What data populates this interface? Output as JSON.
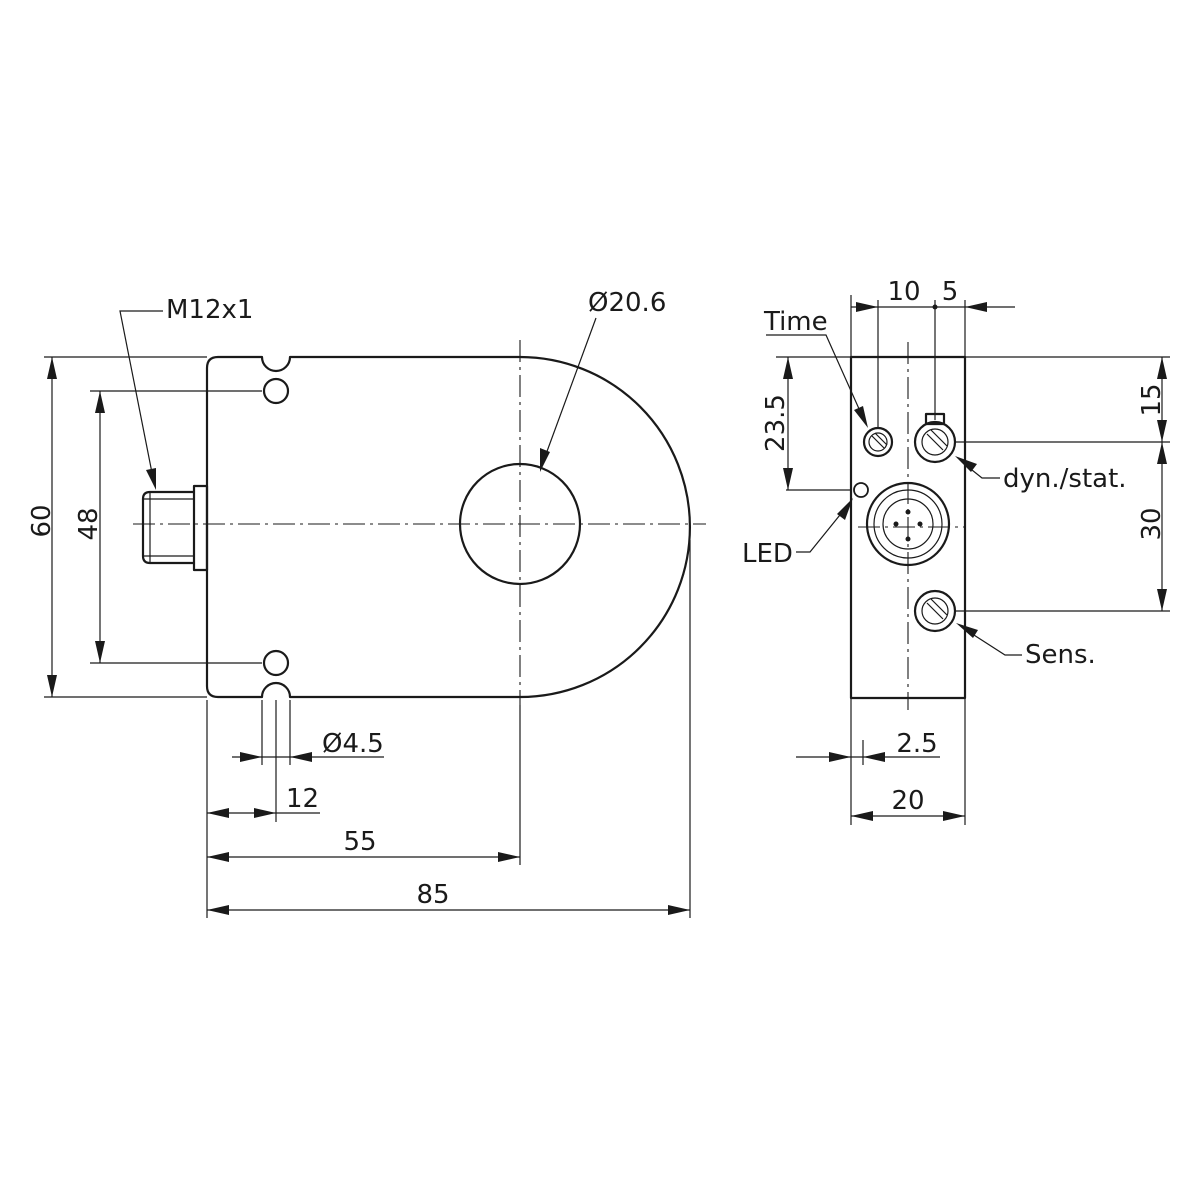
{
  "drawing": {
    "colors": {
      "line": "#1a1a1a",
      "background": "#ffffff"
    },
    "front_view": {
      "thread": "M12x1",
      "hole_diameter": "Ø20.6",
      "mount_hole_diameter": "Ø4.5",
      "height_total": "60",
      "mount_spacing": "48",
      "hole_offset": "12",
      "center_distance": "55",
      "length_total": "85"
    },
    "side_view": {
      "label_time": "Time",
      "label_dyn_stat": "dyn./stat.",
      "label_led": "LED",
      "label_sens": "Sens.",
      "dim_10": "10",
      "dim_5": "5",
      "dim_23_5": "23.5",
      "dim_15": "15",
      "dim_30": "30",
      "dim_2_5": "2.5",
      "dim_20": "20"
    }
  }
}
